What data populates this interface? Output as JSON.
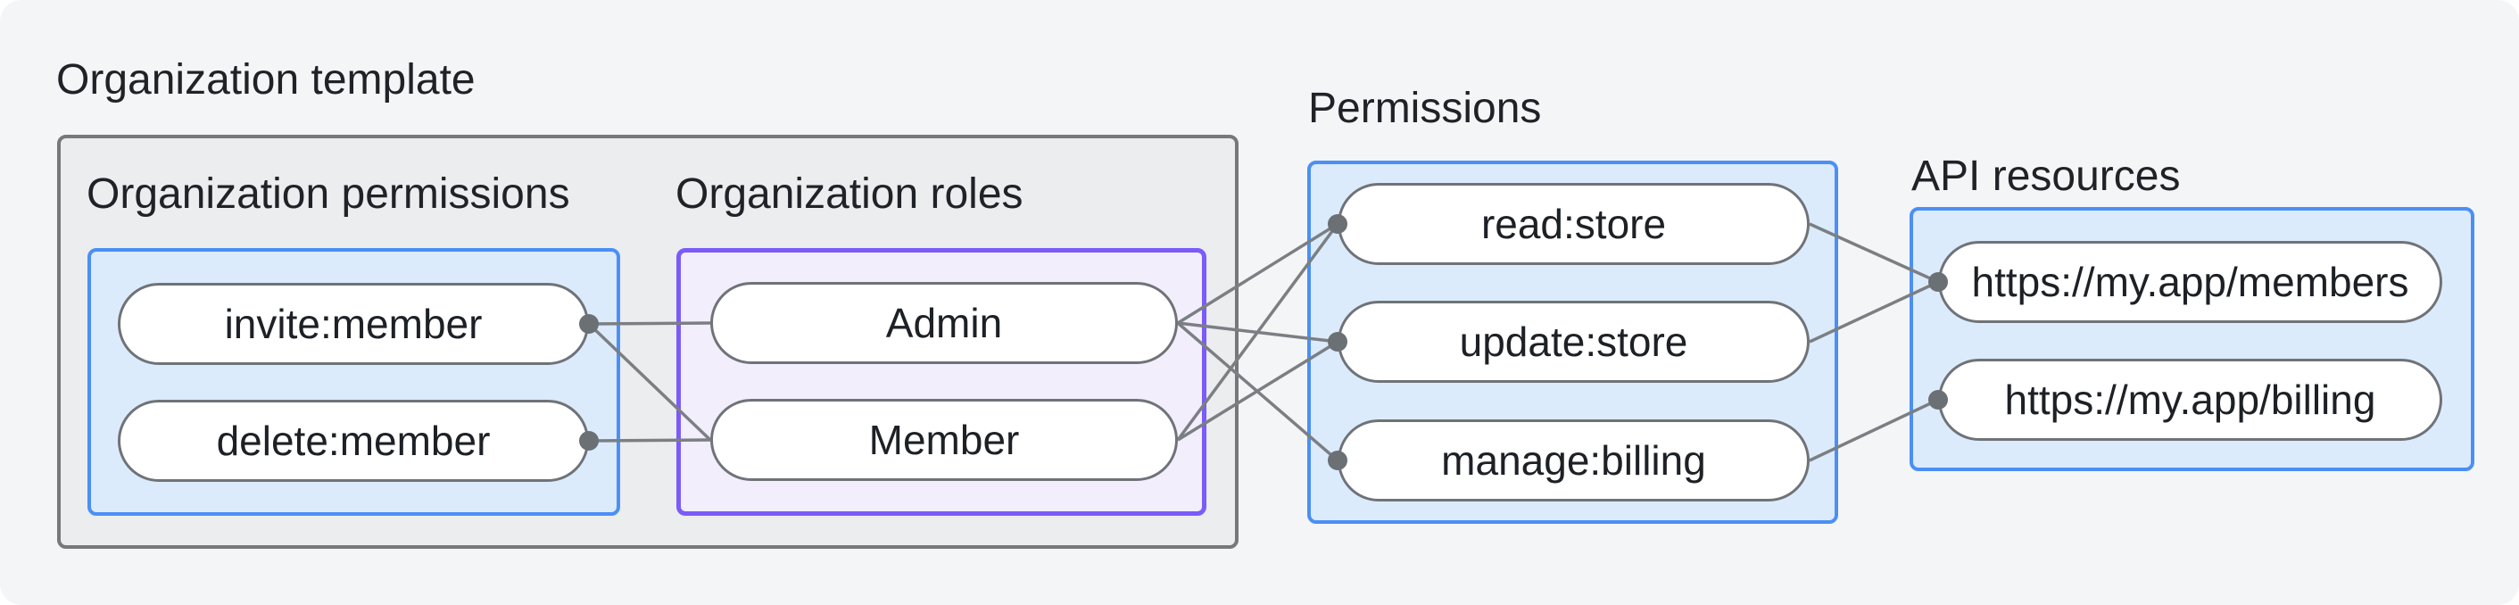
{
  "diagram": {
    "title": "Organization template",
    "sections": {
      "org_permissions": {
        "label": "Organization permissions"
      },
      "org_roles": {
        "label": "Organization roles"
      },
      "permissions": {
        "label": "Permissions"
      },
      "api_resources": {
        "label": "API resources"
      }
    },
    "nodes": {
      "invite": {
        "label": "invite:member"
      },
      "delete": {
        "label": "delete:member"
      },
      "admin": {
        "label": "Admin"
      },
      "member": {
        "label": "Member"
      },
      "read": {
        "label": "read:store"
      },
      "update": {
        "label": "update:store"
      },
      "manage": {
        "label": "manage:billing"
      },
      "members_api": {
        "label": "https://my.app/members"
      },
      "billing_api": {
        "label": "https://my.app/billing"
      }
    },
    "edges": [
      {
        "from": "invite",
        "to": "admin"
      },
      {
        "from": "invite",
        "to": "member"
      },
      {
        "from": "delete",
        "to": "member"
      },
      {
        "from": "admin",
        "to": "read"
      },
      {
        "from": "admin",
        "to": "update"
      },
      {
        "from": "admin",
        "to": "manage"
      },
      {
        "from": "member",
        "to": "read"
      },
      {
        "from": "member",
        "to": "update"
      },
      {
        "from": "read",
        "to": "members_api"
      },
      {
        "from": "update",
        "to": "members_api"
      },
      {
        "from": "manage",
        "to": "billing_api"
      }
    ]
  },
  "colors": {
    "panel_bg": "#f4f5f6",
    "template_box_bg": "#ebedee",
    "template_box_border": "#75797c",
    "scope_box_bg": "#dcebfc",
    "scope_box_border": "#4b8ff5",
    "role_box_bg": "#f2eefc",
    "role_box_border": "#7b5bf9",
    "pill_bg": "#ffffff",
    "pill_border": "#6f7377",
    "edge_line": "#7b7f83",
    "edge_dot": "#6b7075",
    "text": "#202327"
  }
}
